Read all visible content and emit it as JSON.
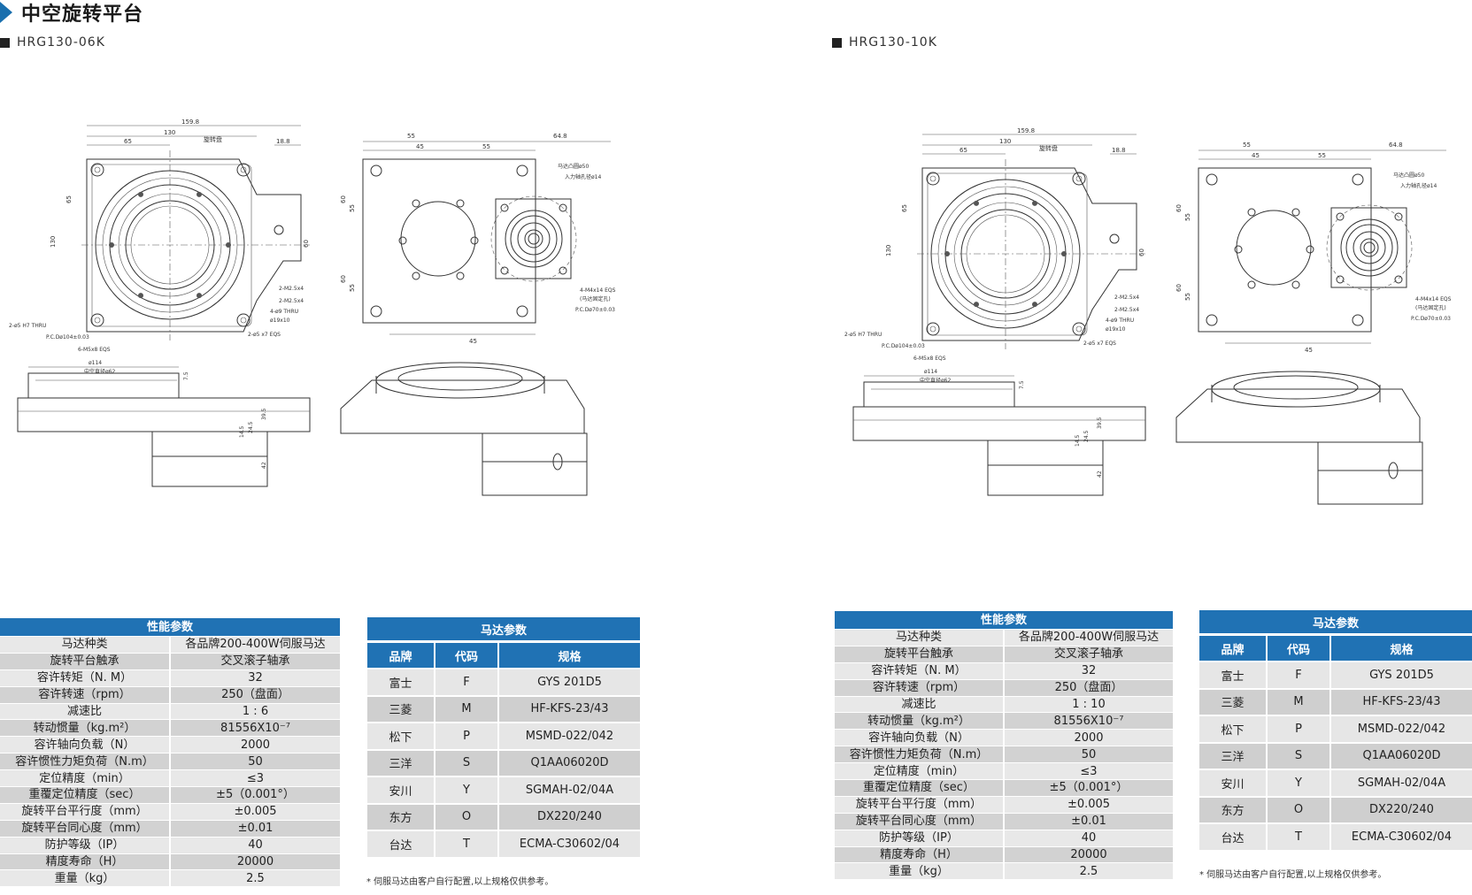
{
  "page_title": "中空旋转平台",
  "products": [
    {
      "model": "HRG130-06K",
      "performance": {
        "title": "性能参数",
        "rows": [
          [
            "马达种类",
            "各品牌200-400W伺服马达"
          ],
          [
            "旋转平台触承",
            "交叉滚子轴承"
          ],
          [
            "容许转矩（N. M）",
            "32"
          ],
          [
            "容许转速（rpm）",
            "250（盘面）"
          ],
          [
            "减速比",
            "1 : 6"
          ],
          [
            "转动惯量（kg.m²）",
            "81556X10⁻⁷"
          ],
          [
            "容许轴向负载（N）",
            "2000"
          ],
          [
            "容许惯性力矩负荷（N.m）",
            "50"
          ],
          [
            "定位精度（min）",
            "≤3"
          ],
          [
            "重覆定位精度（sec）",
            "±5（0.001°）"
          ],
          [
            "旋转平台平行度（mm）",
            "±0.005"
          ],
          [
            "旋转平台同心度（mm）",
            "±0.01"
          ],
          [
            "防护等级（IP）",
            "40"
          ],
          [
            "精度寿命（H）",
            "20000"
          ],
          [
            "重量（kg）",
            "2.5"
          ]
        ]
      },
      "motor": {
        "title": "马达参数",
        "headers": [
          "品牌",
          "代码",
          "规格"
        ],
        "rows": [
          [
            "富士",
            "F",
            "GYS 201D5"
          ],
          [
            "三菱",
            "M",
            "HF-KFS-23/43"
          ],
          [
            "松下",
            "P",
            "MSMD-022/042"
          ],
          [
            "三洋",
            "S",
            "Q1AA06020D"
          ],
          [
            "安川",
            "Y",
            "SGMAH-02/04A"
          ],
          [
            "东方",
            "O",
            "DX220/240"
          ],
          [
            "台达",
            "T",
            "ECMA-C30602/04"
          ]
        ],
        "note": "* 伺服马达由客户自行配置,以上规格仅供参考。"
      }
    },
    {
      "model": "HRG130-10K",
      "performance": {
        "title": "性能参数",
        "rows": [
          [
            "马达种类",
            "各品牌200-400W伺服马达"
          ],
          [
            "旋转平台触承",
            "交叉滚子轴承"
          ],
          [
            "容许转矩（N. M）",
            "32"
          ],
          [
            "容许转速（rpm）",
            "250（盘面）"
          ],
          [
            "减速比",
            "1 : 10"
          ],
          [
            "转动惯量（kg.m²）",
            "81556X10⁻⁷"
          ],
          [
            "容许轴向负载（N）",
            "2000"
          ],
          [
            "容许惯性力矩负荷（N.m）",
            "50"
          ],
          [
            "定位精度（min）",
            "≤3"
          ],
          [
            "重覆定位精度（sec）",
            "±5（0.001°）"
          ],
          [
            "旋转平台平行度（mm）",
            "±0.005"
          ],
          [
            "旋转平台同心度（mm）",
            "±0.01"
          ],
          [
            "防护等级（IP）",
            "40"
          ],
          [
            "精度寿命（H）",
            "20000"
          ],
          [
            "重量（kg）",
            "2.5"
          ]
        ]
      },
      "motor": {
        "title": "马达参数",
        "headers": [
          "品牌",
          "代码",
          "规格"
        ],
        "rows": [
          [
            "富士",
            "F",
            "GYS 201D5"
          ],
          [
            "三菱",
            "M",
            "HF-KFS-23/43"
          ],
          [
            "松下",
            "P",
            "MSMD-022/042"
          ],
          [
            "三洋",
            "S",
            "Q1AA06020D"
          ],
          [
            "安川",
            "Y",
            "SGMAH-02/04A"
          ],
          [
            "东方",
            "O",
            "DX220/240"
          ],
          [
            "台达",
            "T",
            "ECMA-C30602/04"
          ]
        ],
        "note": "* 伺服马达由客户自行配置,以上规格仅供参考。"
      }
    }
  ],
  "drawing_labels": {
    "width_total": "159.8",
    "width_inner": "130",
    "width_65": "65",
    "width_188": "18.8",
    "rotary_plate": "旋转盘",
    "height_65": "65",
    "height_130": "130",
    "height_60": "60",
    "top_55": "55",
    "top_45": "45",
    "top_648": "64.8",
    "side_60": "60",
    "side_55": "55",
    "bottom_45": "45",
    "motor_boss": "马达凸圆ø50",
    "input_hole": "入力轴孔径ø14",
    "m4": "4-M4x14 EQS",
    "motor_fix": "(马达固定孔)",
    "pcd70": "P.C.Dø70±0.03",
    "m25a": "2-M2.5x4",
    "m25b": "2-M2.5x4",
    "thru9": "4-ø9 THRU",
    "cb": "ø19x10",
    "hole5_thru": "2-ø5 H7 THRU",
    "pcd104": "P.C.Dø104±0.03",
    "m5": "6-M5x8 EQS",
    "hole5_eqs": "2-ø5 x7 EQS",
    "d114": "ø114",
    "hollow": "中空直径ø62",
    "h75": "7.5",
    "h395": "39.5",
    "h245": "24.5",
    "h145": "14.5",
    "h42": "42"
  }
}
